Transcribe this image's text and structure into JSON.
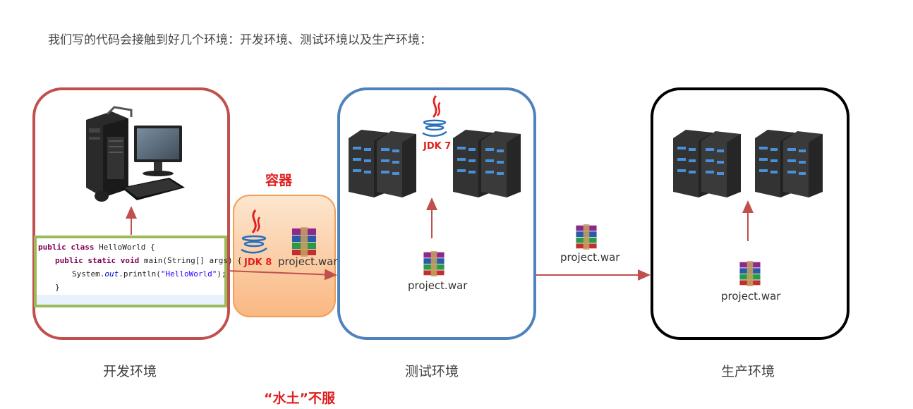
{
  "intro_text": "我们写的代码会接触到好几个环境：开发环境、测试环境以及生产环境：",
  "container_label": "容器",
  "slogan": "“水土”不服",
  "environments": {
    "dev": {
      "label": "开发环境"
    },
    "test": {
      "label": "测试环境"
    },
    "prod": {
      "label": "生产环境"
    }
  },
  "jdk": {
    "container": "JDK 8",
    "test": "JDK 7"
  },
  "artifact": "project.war",
  "code": {
    "line1_kw": "public class",
    "line1_rest": " HelloWorld {",
    "line2_kw": "public static void",
    "line2_rest": " main(String[] args) {",
    "line3_pre": "System.",
    "line3_out": "out",
    "line3_mid": ".println(",
    "line3_str": "\"HelloWorld\"",
    "line3_end": ");",
    "line4": "}"
  },
  "colors": {
    "dev_border": "#c0504d",
    "test_border": "#4f81bd",
    "prod_border": "#000000",
    "container_fill": "#f9b882",
    "arrow": "#c0504d",
    "highlight_red": "#e02020"
  },
  "icons": [
    "desktop-computer-icon",
    "server-icon",
    "java-logo-icon",
    "winrar-archive-icon"
  ]
}
